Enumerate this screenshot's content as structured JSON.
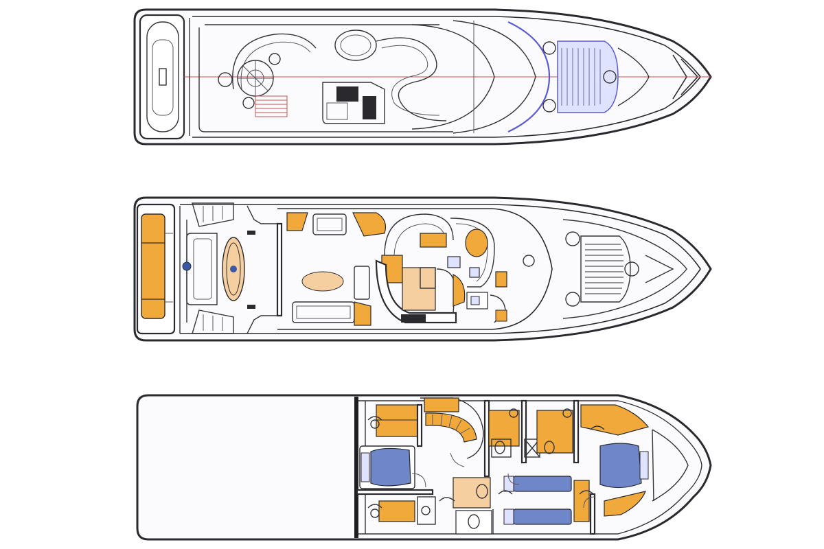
{
  "figure": {
    "decks": [
      {
        "id": "flybridge",
        "order": 1
      },
      {
        "id": "main-deck",
        "order": 2
      },
      {
        "id": "lower-deck",
        "order": 3
      }
    ]
  },
  "colors": {
    "hull_outline": "#2a2a2e",
    "furniture_orange": "#f2a93b",
    "furniture_peach": "#f6cfa0",
    "berth_blue": "#6f86c9",
    "blue_outline": "#5a5ad6",
    "centerline_red": "#d84a4a",
    "deck_fill": "#fbfbfd"
  }
}
